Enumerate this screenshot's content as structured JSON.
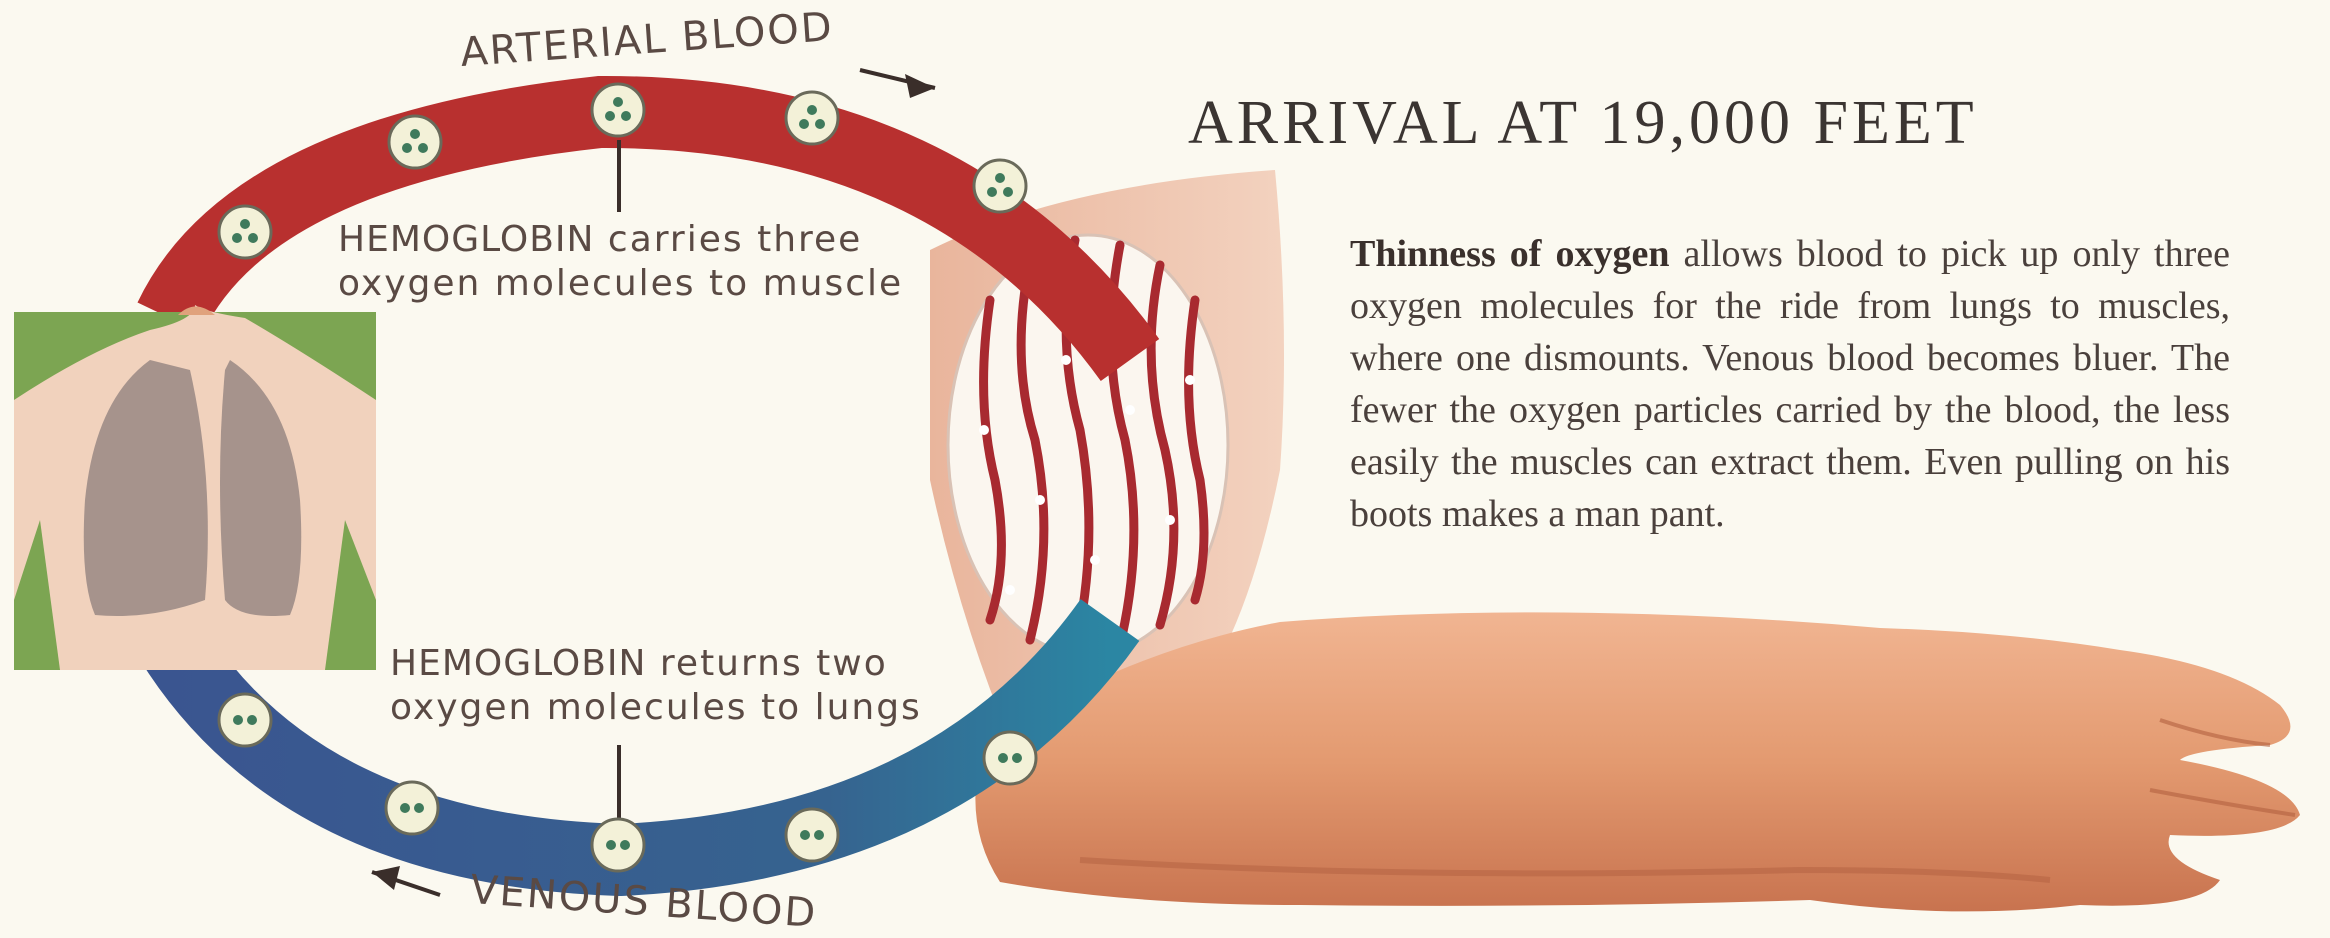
{
  "title": "ARRIVAL AT 19,000 FEET",
  "body": {
    "lead": "Thinness of oxygen",
    "text": " allows blood to pick up only three oxygen molecules for the ride from lungs to muscles, where one dismounts. Venous blood becomes bluer. The fewer the oxygen particles carried by the blood, the less easily the muscles can extract them. Even pulling on his boots makes a man pant."
  },
  "labels": {
    "arterial": "ARTERIAL BLOOD",
    "venous": "VENOUS BLOOD",
    "hemoglobin_top_line1_word": "HEMOGLOBIN",
    "hemoglobin_top_line1_rest": " carries three",
    "hemoglobin_top_line2": "oxygen molecules to muscle",
    "hemoglobin_bottom_line1_word": "HEMOGLOBIN",
    "hemoglobin_bottom_line1_rest": " returns two",
    "hemoglobin_bottom_line2": "oxygen molecules to lungs"
  },
  "colors": {
    "arterial": "#b8302f",
    "venous": "#3a5a8e",
    "venous_transition": "#2d7fa0",
    "skin": "#e6a07c",
    "lung": "#a6938c",
    "background": "#fbf9f0"
  }
}
